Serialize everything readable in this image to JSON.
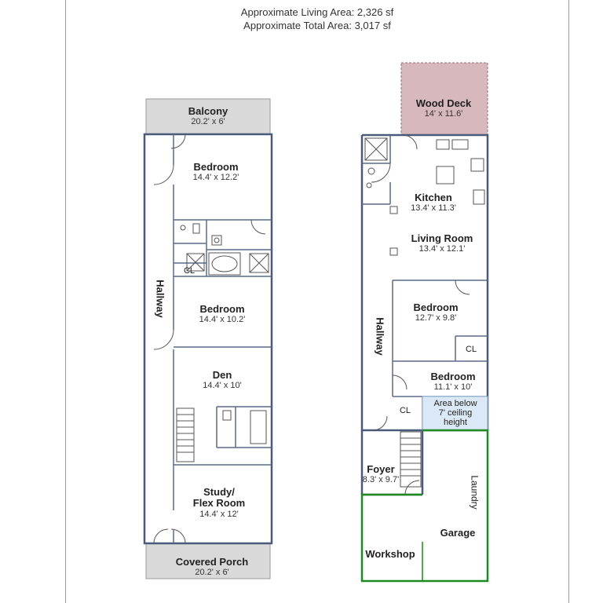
{
  "header": {
    "living_area": "Approximate Living Area: 2,326 sf",
    "total_area": "Approximate Total Area: 3,017 sf"
  },
  "left_floor": {
    "balcony": {
      "name": "Balcony",
      "dims": "20.2' x 6'"
    },
    "bedroom1": {
      "name": "Bedroom",
      "dims": "14.4' x 12.2'"
    },
    "closet": "CL",
    "hallway": "Hallway",
    "bedroom2": {
      "name": "Bedroom",
      "dims": "14.4' x 10.2'"
    },
    "den": {
      "name": "Den",
      "dims": "14.4' x 10'"
    },
    "study": {
      "name_line1": "Study/",
      "name_line2": "Flex Room",
      "dims": "14.4' x 12'"
    },
    "covered_porch": {
      "name": "Covered Porch",
      "dims": "20.2' x 6'"
    }
  },
  "right_floor": {
    "wood_deck": {
      "name": "Wood Deck",
      "dims": "14' x 11.6'"
    },
    "kitchen": {
      "name": "Kitchen",
      "dims": "13.4' x 11.3'"
    },
    "living_room": {
      "name": "Living Room",
      "dims": "13.4' x 12.1'"
    },
    "bedroom1": {
      "name": "Bedroom",
      "dims": "12.7' x 9.8'"
    },
    "closet1": "CL",
    "hallway": "Hallway",
    "bedroom2": {
      "name": "Bedroom",
      "dims": "11.1' x 10'"
    },
    "closet2": "CL",
    "area_below": {
      "line1": "Area below",
      "line2": "7' ceiling",
      "line3": "height"
    },
    "foyer": {
      "name": "Foyer",
      "dims": "8.3' x 9.7'"
    },
    "laundry": "Laundry",
    "garage": "Garage",
    "workshop": "Workshop"
  },
  "colors": {
    "wall": "#4a5a7a",
    "porch_fill": "#d9d9d9",
    "deck_fill": "#d7b9bd",
    "deck_stroke": "#9a6b72",
    "garage_stroke": "#1f8a1f",
    "area_below_fill": "#dbe9f6"
  }
}
